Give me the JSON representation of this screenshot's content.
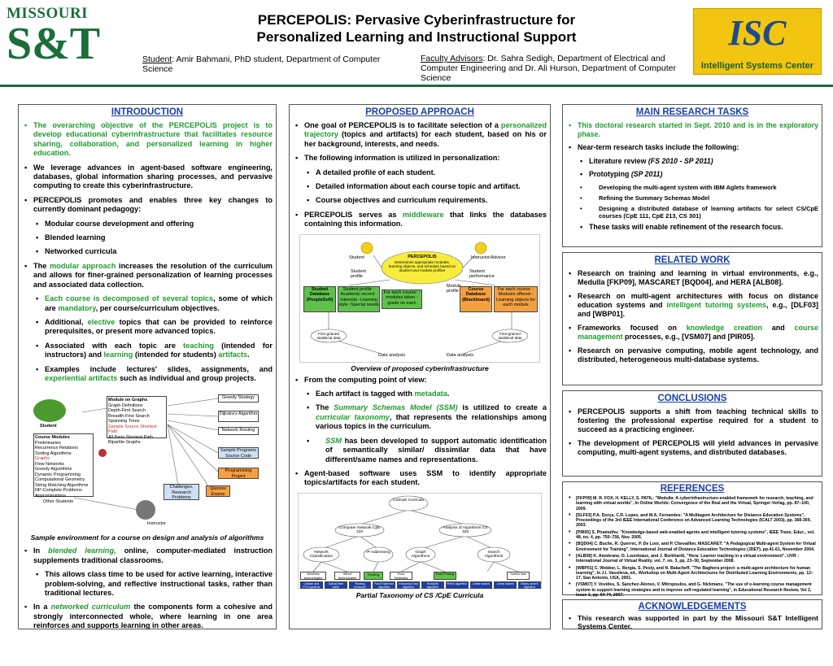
{
  "header": {
    "logo_left_top": "MISSOURI",
    "logo_left_main": "S&T",
    "title_line1": "PERCEPOLIS: Pervasive Cyberinfrastructure for",
    "title_line2": "Personalized Learning and Instructional Support",
    "student_label": "Student",
    "student_text": ": Amir Bahmani, PhD student, Department of Computer Science",
    "faculty_label": "Faculty Advisors",
    "faculty_text": ": Dr. Sahra Sedigh, Department of Electrical and Computer Engineering and Dr. Ali Hurson, Department of Computer Science",
    "logo_right_main": "ISC",
    "logo_right_sub": "Intelligent Systems Center"
  },
  "intro": {
    "title": "INTRODUCTION",
    "b1": "The overarching objective of the PERCEPOLIS project is to develop educational cyberinfrastructure that facilitates resource sharing, collaboration, and personalized learning in higher education.",
    "b2": "We leverage advances in agent-based software engineering, databases, global information sharing processes, and pervasive computing to create this cyberinfrastructure.",
    "b3": "PERCEPOLIS promotes and enables three key changes to currently dominant pedagogy:",
    "s1": "Modular course development and offering",
    "s2": "Blended learning",
    "s3": "Networked curricula",
    "b4_pre": "The",
    "b4_green": "modular approach",
    "b4_post": "increases the resolution of the curriculum and allows for finer-grained personalization of learning processes and associated data collection.",
    "m1_green": "Each course is decomposed of several topics",
    "m1_mid": ", some of which are",
    "m1_green2": "mandatory",
    "m1_post": ", per course/curriculum objectives.",
    "m2_pre": "Additional,",
    "m2_green": "elective",
    "m2_post": "topics that can be provided to reinforce prerequisites, or present more advanced topics.",
    "m3_pre": "Associated with each topic are",
    "m3_green1": "teaching",
    "m3_mid1": "(intended for instructors) and",
    "m3_green2": "learning",
    "m3_mid2": "(intended for students)",
    "m3_green3": "artifacts",
    "m3_end": ".",
    "m4_pre": "Examples include lectures' slides, assignments, and",
    "m4_green": "experiential artifacts",
    "m4_post": "such as individual and group projects.",
    "caption": "Sample environment for a course on design and analysis of algorithms",
    "b5_pre": "In",
    "b5_green": "blended learning,",
    "b5_post": "online, computer-mediated instruction supplements traditional classrooms.",
    "b5_sub": "This allows class time to be used for active learning, interactive problem-solving, and reflective instructional tasks, rather than traditional lectures.",
    "b6_pre": "In a",
    "b6_green": "networked curriculum",
    "b6_post": "the components form a cohesive and strongly interconnected whole, where learning in one area reinforces and supports learning in other areas.",
    "fig": {
      "module_header": "Module on Graphs",
      "module_items": [
        "Graph Definitions",
        "Depth-First Search",
        "Breadth-First Search",
        "Spanning Trees",
        "Sample Source Shortest Path",
        "All Pairs Shortest Path",
        "Bipartite Graphs"
      ],
      "course_header": "Course Modules",
      "course_items": [
        "Preliminaries",
        "Recurrence Relations",
        "Sorting Algorithms",
        "Graphs",
        "Flow Networks",
        "Greedy Algorithms",
        "Dynamic Programming",
        "Computational Geometry",
        "String Matching Algorithms",
        "NP-Complete Problems",
        "Approximations"
      ],
      "right_boxes": [
        "Greedy Strategy",
        "Dijkstra's Algorithm",
        "Network Routing",
        "Sample Programs Source Code",
        "Programming Project",
        "Challenges, Research Problems",
        "Quizzes Exams"
      ],
      "student_label": "Student",
      "other_students": "Other Students",
      "instructor": "Instructor"
    }
  },
  "proposed": {
    "title": "PROPOSED APPROACH",
    "b1_pre": "One goal of PERCEPOLIS is to facilitate selection of a",
    "b1_green": "personalized trajectory",
    "b1_post": "(topics and artifacts) for each student, based on his or her background, interests, and needs.",
    "b2": "The following information is utilized in personalization:",
    "s1": "A detailed profile of each student.",
    "s2": "Detailed information about each course topic and artifact.",
    "s3": "Course objectives and curriculum requirements.",
    "b3_pre": "PERCEPOLIS serves as",
    "b3_green": "middleware",
    "b3_post": "that links the databases containing this information.",
    "caption1": "Overview of proposed cyberinfrastructure",
    "b4": "From the computing point of view:",
    "c1_pre": "Each artifact is tagged with",
    "c1_green": "metadata",
    "c1_post": ".",
    "c2_pre": "The",
    "c2_green": "Summary Schemas Model (SSM)",
    "c2_mid": "is utilized to create a",
    "c2_green2": "curricular taxonomy",
    "c2_post": ", that represents the relationships among various topics in the curriculum.",
    "c3_green": "SSM",
    "c3_post": "has been developed to support automatic identification of semantically similar/ dissimilar data that have different/same names and representations.",
    "b5": "Agent-based software uses SSM to identify appropriate topics/artifacts for each student.",
    "caption2": "Partial Taxonomy of CS /CpE Curricula",
    "fig1": {
      "student": "Student",
      "advisor": "Instructor/Advisor",
      "center_title": "PERCEPOLIS",
      "center_text": "Determines appropriate modules, learning objects, and schedule based on student and module profiles",
      "student_profile": "Student profile",
      "student_perf": "Student performance",
      "module_profile": "Module profile",
      "db_left": "Student Database (PeopleSoft)",
      "db_left_info": "Student profile -Academic record -Interests -Learning style -Special needs",
      "db_mid": "For each course: -modules taken -grade on each",
      "db_right": "Course Database (Blackboard)",
      "db_right_info": "For each course: -Modules offered -Learning objects for each module",
      "fg_left": "Fine-grained statistical data",
      "fg_right": "Fine-grained statistical data",
      "da_left": "Data analysis",
      "da_right": "Data analysis"
    },
    "fig2": {
      "root": "CS/CpE Curricula",
      "n1": "Computer Network CpE 319",
      "n2": "Analysis of Algorithms CS 325",
      "n3": "Network Classification",
      "n4": "IP Addressing",
      "n5": "Graph Algorithms",
      "n6": "Search Algorithms",
      "leaves": [
        "Wireless technologies",
        "Wired technologies",
        "Routing",
        "Flow Networks",
        "Path Finding",
        "Sorted lists"
      ],
      "bottom": [
        "Cellular and PCS systems",
        "Optical fiber cable",
        "Routing protocols",
        "Ford-Fulkerson algorithm",
        "Edmonds-Karp algorithm",
        "Kruskal's algorithm",
        "Prim's algorithm",
        "Linear search",
        "Linear search",
        "Binary search algorithm"
      ]
    }
  },
  "tasks": {
    "title": "MAIN RESEARCH TASKS",
    "b1": "This doctoral research started in Sept. 2010 and is in the exploratory phase.",
    "b2": "Near-term research tasks include the following:",
    "s1_pre": "Literature review",
    "s1_ital": "(FS 2010 - SP 2011)",
    "s2_pre": "Prototyping",
    "s2_ital": "(SP 2011)",
    "t1": "Developing the multi-agent system with IBM Aglets framework",
    "t2": "Refining the Summary Schemas Model",
    "t3": "Designing a distributed database of learning artifacts  for select CS/CpE courses (CpE 111, CpE 213, CS 301)",
    "s3": "These tasks will enable refinement of the research focus."
  },
  "related": {
    "title": "RELATED WORK",
    "b1": "Research on training and learning in virtual environments, e.g.,  Medulla [FKP09], MASCARET [BQD04], and HERA [ALB08].",
    "b2_pre": "Research on multi-agent architectures with focus on distance education systems and",
    "b2_green": "intelligent tutoring systems",
    "b2_post": ", e.g., [DLF03] and  [WBP01].",
    "b3_pre": "Frameworks  focused on",
    "b3_green": "knowledge creation",
    "b3_mid": "and",
    "b3_green2": "course management",
    "b3_post": "processes, e.g., [VSM07] and  [PIR05].",
    "b4": "Research on pervasive computing, mobile agent technology, and distributed, heterogeneous multi-database systems."
  },
  "conclusions": {
    "title": "CONCLUSIONS",
    "b1": "PERCEPOLIS supports a shift from teaching technical skills to fostering the professional expertise required for a student to succeed as a practicing engineer.",
    "b2": "The development of PERCEPOLIS will yield  advances in pervasive computing, multi-agent systems, and distributed databases."
  },
  "references": {
    "title": "REFERENCES",
    "items": [
      "[FKP09] M. R. FOX, H. KELLY, S. PATIL: \"Medulla: A cyberinfrastructure-enabled framework for research, teaching, and learning with virtual worlds\", In Online Worlds: Convergence of the Real and the Virtual, Springer-Verlag, pp. 87–100, 2009.",
      "[DLF03] P.A. Dorça, C.R. Lopes, and M.A. Fernandes: \"A Multiagent Architecture for Distance Education Systems\", Proceedings of the 3rd IEEE International Conference on Advanced Learning Technologies (ICALT 2003), pp. 368-369, 2003.",
      "[PIR05] S. Piramuthu: \"Knowledge-based web-enabled agents and intelligent tutoring systems\", IEEE Trans. Educ., vol. 48, no. 4, pp. 750–756, Nov. 2005.",
      "[BQD04] C. Buche, R. Querrec, P. De Loor, and P. Chevaillier, MASCARET: \"A Pedagogical Multi-agent System for Virtual Environment for Training\", International Journal of Distance Education Technologies (JDET), pp.41-61, November 2004.",
      "[ALB08] K. Amokrane, D. Lourdeaux, and J. Burkhardt, \"Hera: Learner tracking in a virtual environment\", IJVR : International Journal of Virtual Reality, vol. 7, no. 3, pp. 23–30, September 2008.",
      "[WBP01] C. Webber, L. Bergia, S. Pesty, and N. Balacheff, \"The Baghera project: a multi-agent architecture for human learning\", In J.I. Vassileva, ed., Workshop on Multi-Agent Architectures for Distributed Learning Environments, pp. 12–17, San Antonio, USA, 2001.",
      "[VSM07] Y. Vovides, S. Sanchez-Alonso, V. Mitropoulou, and G. Nickmans, \"The use of e-learning course management system to support learning strategies and to improve self-regulated learning\", in Educational Research Review, Vol 2, Issue 1, pp. 64-74, 2007."
    ]
  },
  "ack": {
    "title": "ACKNOWLEDGEMENTS",
    "b1": "This research was supported in part by the Missouri S&T Intelligent Systems Center."
  }
}
